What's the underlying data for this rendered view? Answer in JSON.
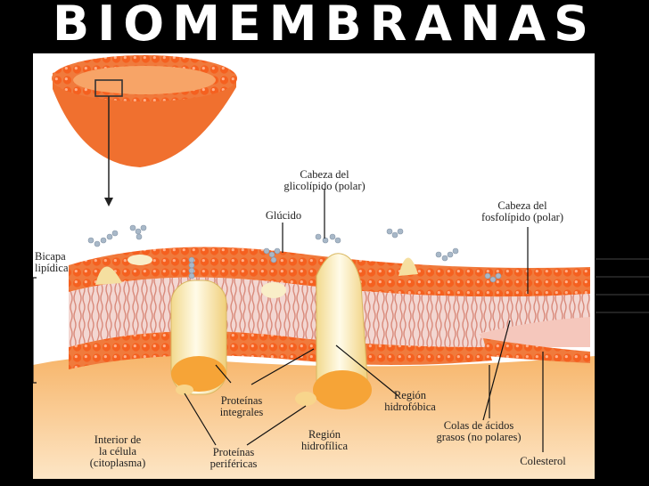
{
  "title": "BIOMEMBRANAS",
  "labels": {
    "glycolipid_head": "Cabeza del\nglicolípido (polar)",
    "glucido": "Glúcido",
    "phospholipid_head": "Cabeza del\nfosfolípido (polar)",
    "bilayer": "Bicapa\nlipídica",
    "integral_proteins": "Proteínas\nintegrales",
    "hydrophobic_region": "Región\nhidrofóbica",
    "fatty_acid_tails": "Colas de ácidos\ngrasos (no polares)",
    "cell_interior": "Interior de\nla célula\n(citoplasma)",
    "peripheral_proteins": "Proteínas\nperiféricas",
    "hydrophilic_region": "Región\nhidrofílica",
    "cholesterol": "Colesterol"
  },
  "colors": {
    "background": "#000000",
    "panel": "#ffffff",
    "membrane_orange": "#f26a2e",
    "cytoplasm": "#f8c987",
    "protein": "#f9ecc0",
    "tails": "#e8a79a"
  }
}
